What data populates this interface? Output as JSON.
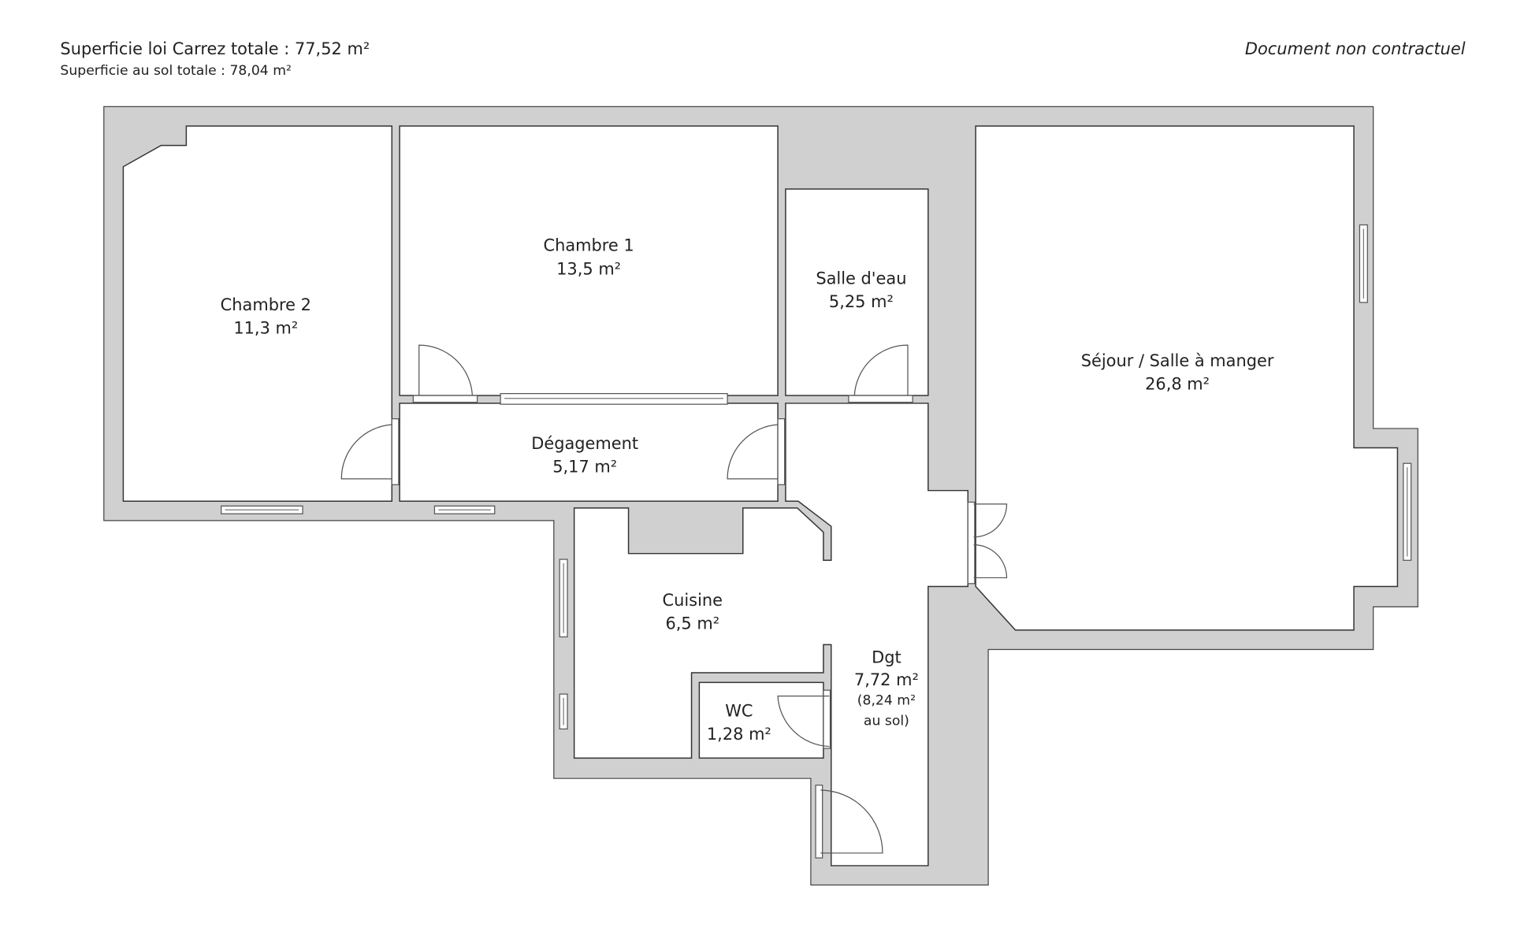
{
  "header": {
    "carrez_total": "Superficie loi Carrez totale :  77,52 m²",
    "sol_total": "Superficie au sol totale :  78,04 m²",
    "disclaimer": "Document non contractuel"
  },
  "rooms": {
    "chambre2": {
      "name": "Chambre 2",
      "area": "11,3 m²"
    },
    "chambre1": {
      "name": "Chambre 1",
      "area": "13,5 m²"
    },
    "salle_eau": {
      "name": "Salle d'eau",
      "area": "5,25 m²"
    },
    "sejour": {
      "name": "Séjour / Salle à manger",
      "area": "26,8 m²"
    },
    "degagement": {
      "name": "Dégagement",
      "area": "5,17 m²"
    },
    "cuisine": {
      "name": "Cuisine",
      "area": "6,5 m²"
    },
    "dgt": {
      "name": "Dgt",
      "area": "7,72 m²",
      "note1": "(8,24 m²",
      "note2": "au sol)"
    },
    "wc": {
      "name": "WC",
      "area": "1,28 m²"
    }
  },
  "colors": {
    "wall": "#d0d0d0",
    "room": "#ffffff"
  }
}
